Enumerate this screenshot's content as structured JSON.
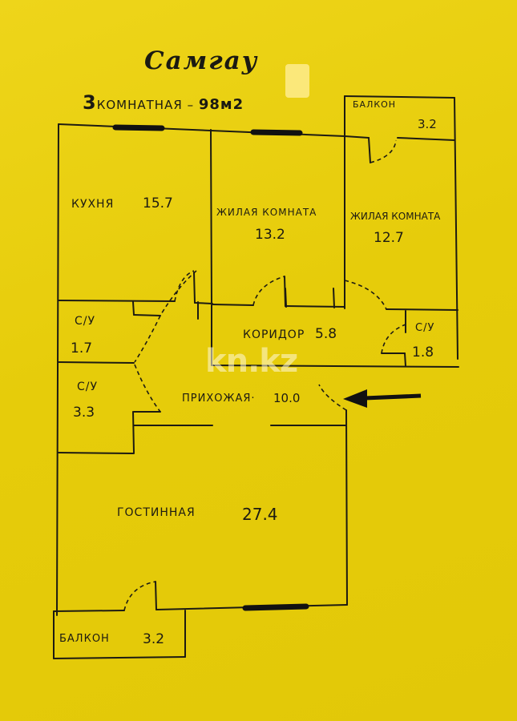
{
  "header": {
    "title": "Самгау",
    "rooms_count": "3",
    "rooms_word": "КОМНАТНАЯ",
    "separator": "–",
    "total_area": "98м2"
  },
  "watermark": "kn.kz",
  "rooms": {
    "kitchen": {
      "label": "КУХНЯ",
      "area": "15.7"
    },
    "living_room_1": {
      "label": "ЖИЛАЯ КОМНАТА",
      "area": "13.2"
    },
    "living_room_2": {
      "label": "ЖИЛАЯ КОМНАТА",
      "area": "12.7"
    },
    "balcony_top": {
      "label": "БАЛКОН",
      "area": "3.2"
    },
    "bathroom_1": {
      "label": "С/У",
      "area": "1.7"
    },
    "bathroom_2": {
      "label": "С/У",
      "area": "3.3"
    },
    "bathroom_3": {
      "label": "С/У",
      "area": "1.8"
    },
    "corridor": {
      "label": "КОРИДОР",
      "area": "5.8"
    },
    "hallway": {
      "label": "ПРИХОЖАЯ·",
      "area": "10.0"
    },
    "lounge": {
      "label": "ГОСТИННАЯ",
      "area": "27.4"
    },
    "balcony_bottom": {
      "label": "БАЛКОН",
      "area": "3.2"
    }
  },
  "entrance": {
    "icon": "arrow-left-icon"
  },
  "colors": {
    "paper": "#e8cf0c",
    "ink": "#1d1b12",
    "sticker": "#fbe87a"
  }
}
